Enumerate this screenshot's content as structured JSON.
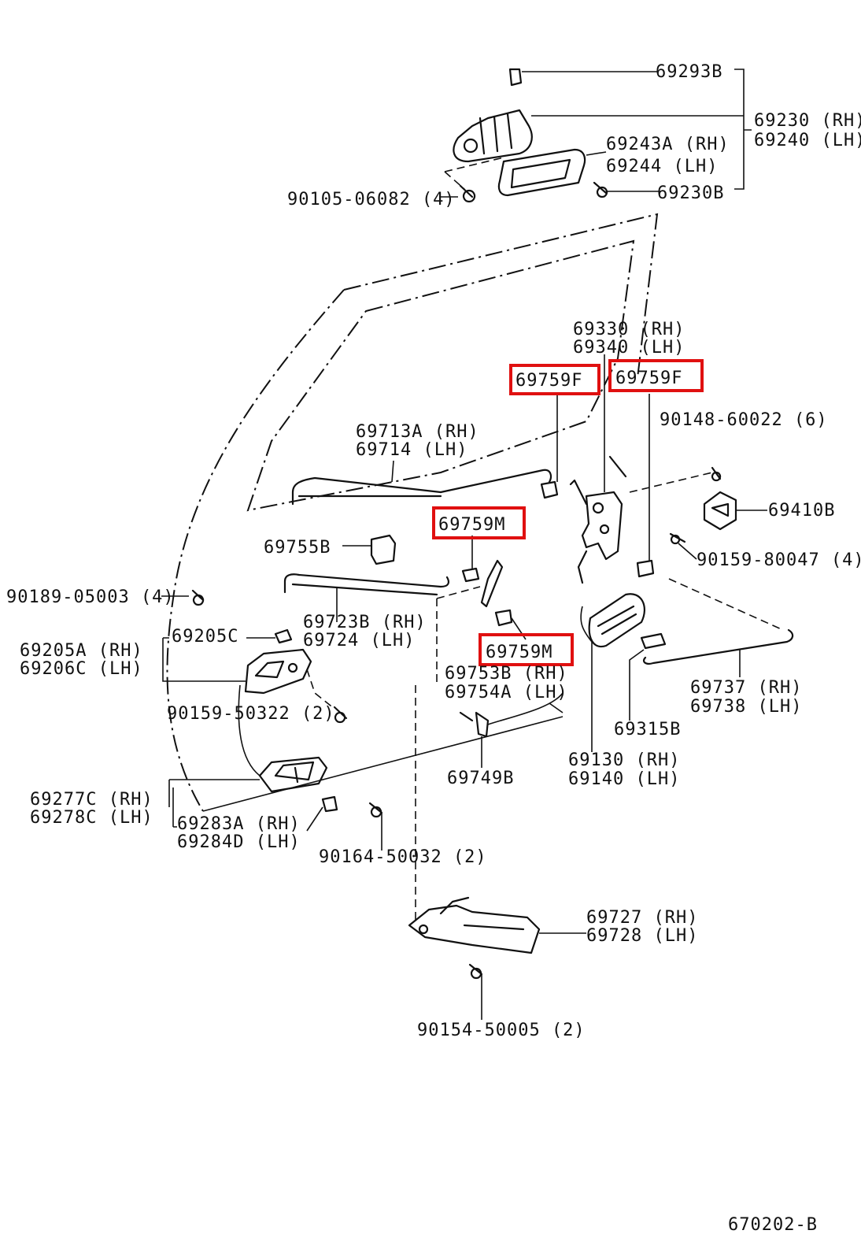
{
  "diagram_code": "670202-B",
  "highlight_color": "#e01010",
  "labels": {
    "p69293B": "69293B",
    "p69230": "69230 (RH)",
    "p69240": "69240 (LH)",
    "p69243A": "69243A (RH)",
    "p69244": "69244   (LH)",
    "p69230B": "69230B",
    "p90105": "90105-06082 (4)",
    "p69330": "69330 (RH)",
    "p69340": "69340 (LH)",
    "p69759F_1": "69759F",
    "p69759F_2": "69759F",
    "p90148": "90148-60022 (6)",
    "p69713A": "69713A (RH)",
    "p69714": "69714 (LH)",
    "p69410B": "69410B",
    "p69759M_1": "69759M",
    "p69755B": "69755B",
    "p90159_80047": "90159-80047 (4)",
    "p90189": "90189-05003 (4)",
    "p69723B": "69723B (RH)",
    "p69724": "69724 (LH)",
    "p69205C": "69205C",
    "p69205A": "69205A (RH)",
    "p69206C": "69206C (LH)",
    "p69759M_2": "69759M",
    "p69753B": "69753B (RH)",
    "p69754A": "69754A (LH)",
    "p69737": "69737 (RH)",
    "p69738": "69738 (LH)",
    "p90159_50322": "90159-50322 (2)",
    "p69315B": "69315B",
    "p69130": "69130 (RH)",
    "p69140": "69140 (LH)",
    "p69749B": "69749B",
    "p69277C": "69277C (RH)",
    "p69278C": "69278C (LH)",
    "p69283A": "69283A (RH)",
    "p69284D": "69284D (LH)",
    "p90164": "90164-50032 (2)",
    "p69727": "69727 (RH)",
    "p69728": "69728 (LH)",
    "p90154": "90154-50005 (2)"
  }
}
